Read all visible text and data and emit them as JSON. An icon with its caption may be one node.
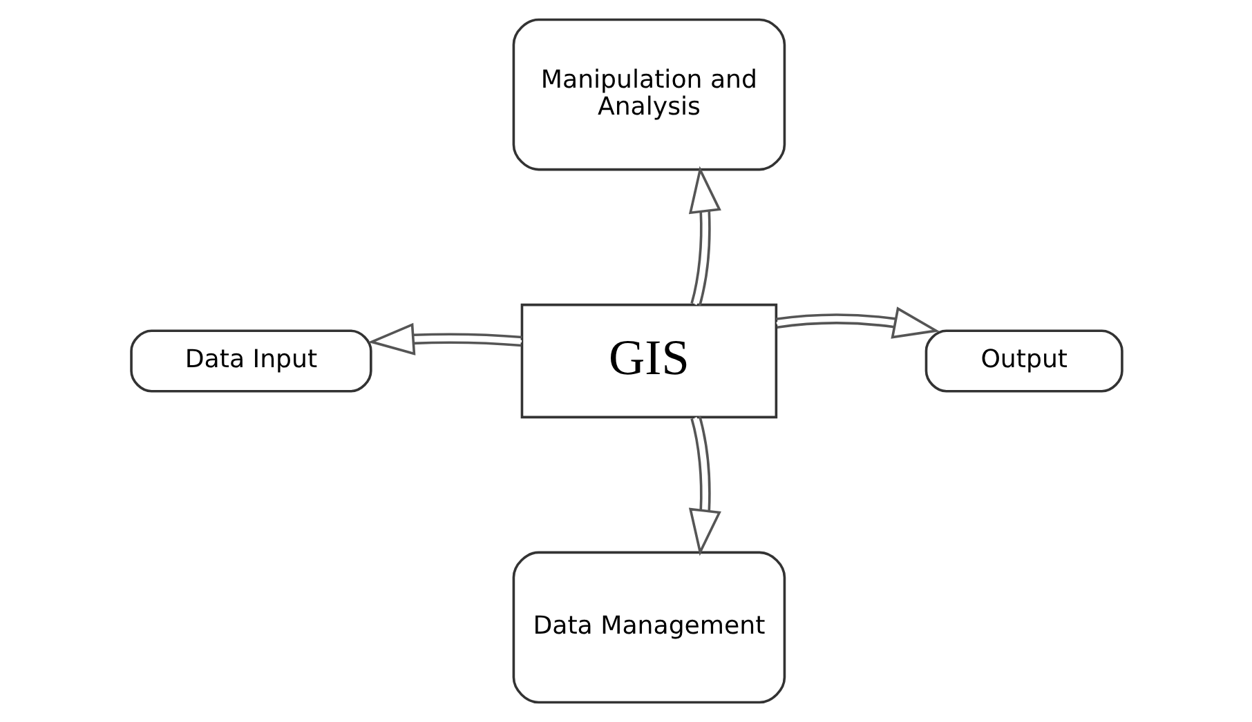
{
  "diagram": {
    "nodes": [
      {
        "text": [
          "Manipulation and Analysis"
        ]
      },
      {
        "text": [
          "Data Input"
        ]
      },
      {
        "text": [
          "GIS"
        ]
      },
      {
        "text": [
          "Output"
        ]
      },
      {
        "text": [
          "Data Management"
        ]
      }
    ],
    "edges": [
      {
        "from": 2,
        "to": 0,
        "arrow": "to"
      },
      {
        "from": 2,
        "to": 1,
        "arrow": "to"
      },
      {
        "from": 2,
        "to": 3,
        "arrow": "to"
      },
      {
        "from": 2,
        "to": 4,
        "arrow": "to"
      }
    ]
  }
}
